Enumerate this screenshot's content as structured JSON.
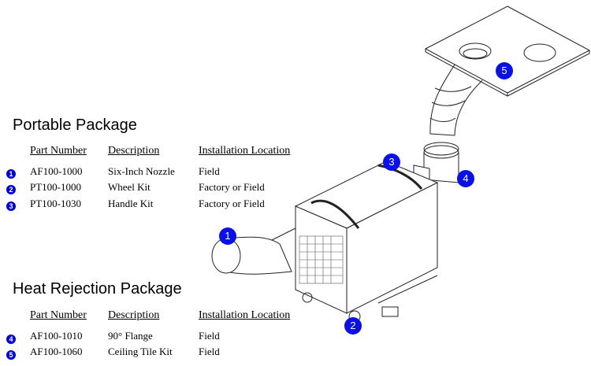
{
  "sections": [
    {
      "title": "Portable Package",
      "headers": {
        "part_number": "Part Number",
        "description": "Description",
        "location": "Installation Location"
      },
      "rows": [
        {
          "badge": "1",
          "part_number": "AF100-1000",
          "description": "Six-Inch Nozzle",
          "location": "Field"
        },
        {
          "badge": "2",
          "part_number": "PT100-1000",
          "description": "Wheel Kit",
          "location": "Factory or Field"
        },
        {
          "badge": "3",
          "part_number": "PT100-1030",
          "description": "Handle Kit",
          "location": "Factory or Field"
        }
      ]
    },
    {
      "title": "Heat Rejection Package",
      "headers": {
        "part_number": "Part Number",
        "description": "Description",
        "location": "Installation Location"
      },
      "rows": [
        {
          "badge": "4",
          "part_number": "AF100-1010",
          "description": "90° Flange",
          "location": "Field"
        },
        {
          "badge": "5",
          "part_number": "AF100-1060",
          "description": "Ceiling Tile Kit",
          "location": "Field"
        }
      ]
    }
  ],
  "callouts": [
    "1",
    "2",
    "3",
    "4",
    "5"
  ],
  "colors": {
    "badge": "#0000e0",
    "line": "#222222"
  }
}
